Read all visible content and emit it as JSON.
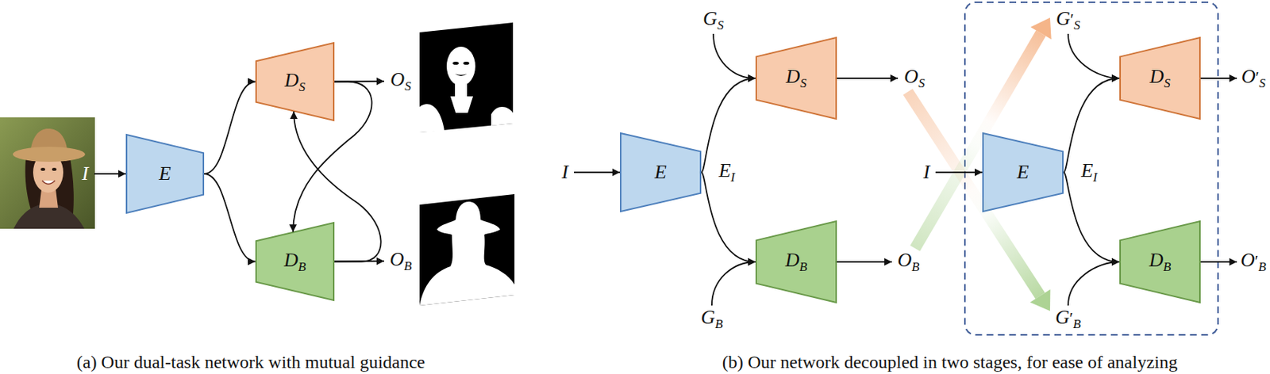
{
  "diagram": {
    "nodes": [
      {
        "text": [
          "I"
        ]
      },
      {
        "text": [
          "E"
        ]
      },
      {
        "text": [
          "DS"
        ]
      },
      {
        "text": [
          "DB"
        ]
      },
      {
        "text": [
          "OS"
        ]
      },
      {
        "text": [
          "OB"
        ]
      },
      {
        "text": [
          "I"
        ]
      },
      {
        "text": [
          "E"
        ]
      },
      {
        "text": [
          "GS"
        ]
      },
      {
        "text": [
          "DS"
        ]
      },
      {
        "text": [
          "OS"
        ]
      },
      {
        "text": [
          "GB"
        ]
      },
      {
        "text": [
          "DB"
        ]
      },
      {
        "text": [
          "OB"
        ]
      },
      {
        "text": [
          "I"
        ]
      },
      {
        "text": [
          "E"
        ]
      },
      {
        "text": [
          "G′S"
        ]
      },
      {
        "text": [
          "DS"
        ]
      },
      {
        "text": [
          "O′S"
        ]
      },
      {
        "text": [
          "G′B"
        ]
      },
      {
        "text": [
          "DB"
        ]
      },
      {
        "text": [
          "O′B"
        ]
      }
    ],
    "edges": [
      {
        "from": 0,
        "to": 1,
        "arrow": "to"
      },
      {
        "from": 1,
        "to": 2,
        "arrow": "to"
      },
      {
        "from": 1,
        "to": 3,
        "arrow": "to"
      },
      {
        "from": 2,
        "to": 4,
        "arrow": "to"
      },
      {
        "from": 3,
        "to": 5,
        "arrow": "to"
      },
      {
        "from": 2,
        "to": 3,
        "arrow": "to"
      },
      {
        "from": 3,
        "to": 2,
        "arrow": "to"
      },
      {
        "from": 6,
        "to": 7,
        "arrow": "to"
      },
      {
        "from": 7,
        "to": 9,
        "arrow": "to"
      },
      {
        "from": 8,
        "to": 9,
        "arrow": "to"
      },
      {
        "from": 7,
        "to": 12,
        "arrow": "to"
      },
      {
        "from": 11,
        "to": 12,
        "arrow": "to"
      },
      {
        "from": 9,
        "to": 10,
        "arrow": "to"
      },
      {
        "from": 12,
        "to": 13,
        "arrow": "to"
      },
      {
        "from": 10,
        "to": 19,
        "arrow": "to"
      },
      {
        "from": 13,
        "to": 16,
        "arrow": "to"
      },
      {
        "from": 14,
        "to": 15,
        "arrow": "to"
      },
      {
        "from": 15,
        "to": 17,
        "arrow": "to"
      },
      {
        "from": 16,
        "to": 17,
        "arrow": "to"
      },
      {
        "from": 15,
        "to": 20,
        "arrow": "to"
      },
      {
        "from": 19,
        "to": 20,
        "arrow": "to"
      },
      {
        "from": 17,
        "to": 18,
        "arrow": "to"
      },
      {
        "from": 20,
        "to": 21,
        "arrow": "to"
      }
    ],
    "labels": [
      "EI",
      "EI",
      "(a) Our dual-task network with mutual guidance",
      "(b) Our network decoupled in two stages, for ease of analyzing"
    ]
  }
}
